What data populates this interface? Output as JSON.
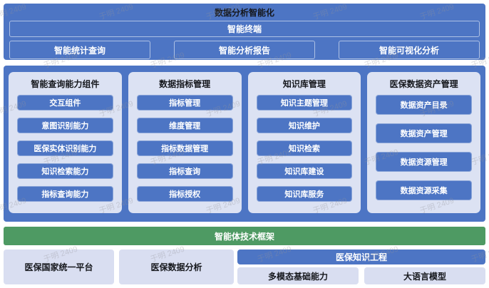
{
  "watermark": {
    "text": "于明 2409"
  },
  "colors": {
    "blue": "#4d75c4",
    "panel_bg": "#dce2f3",
    "light_box_bg": "#d9def1",
    "green": "#4e9a63",
    "dark_text": "#15171c"
  },
  "top": {
    "title": "数据分析智能化",
    "terminal": "智能终端",
    "items": [
      {
        "label": "智能统计查询"
      },
      {
        "label": "智能分析报告"
      },
      {
        "label": "智能可视化分析"
      }
    ]
  },
  "middle": {
    "columns": [
      {
        "title": "智能查询能力组件",
        "items": [
          "交互组件",
          "意图识别能力",
          "医保实体识别能力",
          "知识检索能力",
          "指标查询能力"
        ]
      },
      {
        "title": "数据指标管理",
        "items": [
          "指标管理",
          "维度管理",
          "指标数据管理",
          "指标查询",
          "指标授权"
        ]
      },
      {
        "title": "知识库管理",
        "items": [
          "知识主题管理",
          "知识维护",
          "知识检索",
          "知识库建设",
          "知识库服务"
        ]
      },
      {
        "title": "医保数据资产管理",
        "items": [
          "数据资产目录",
          "数据资产管理",
          "数据资源管理",
          "数据资源采集"
        ]
      }
    ]
  },
  "framework_bar": {
    "label": "智能体技术框架"
  },
  "bottom": {
    "boxes": [
      {
        "label": "医保国家统一平台"
      },
      {
        "label": "医保数据分析"
      }
    ],
    "knowledge_group": {
      "title": "医保知识工程",
      "items": [
        {
          "label": "多模态基础能力"
        },
        {
          "label": "大语言模型"
        }
      ]
    }
  }
}
